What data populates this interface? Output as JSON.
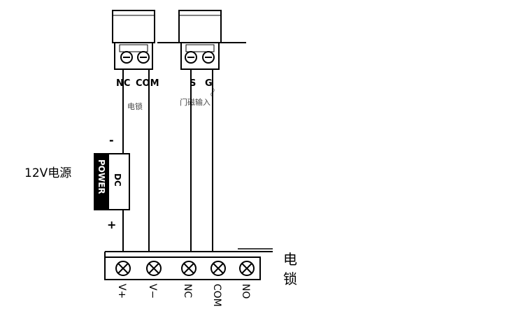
{
  "controller": {
    "left_labels": {
      "nc": "NC",
      "com": "COM"
    },
    "left_caption": "电锁",
    "right_labels": {
      "s": "S",
      "g": "G"
    },
    "right_caption": "门磁输入"
  },
  "power": {
    "label": "12V电源",
    "dc": "DC",
    "power": "POWER",
    "minus": "-",
    "plus": "+"
  },
  "lock": {
    "title_line1": "电",
    "title_line2": "锁",
    "terminals": [
      "V+",
      "V−",
      "NC",
      "COM",
      "NO"
    ]
  },
  "colors": {
    "line": "#000000",
    "gray_text": "#444444",
    "block_fill": "#ffffff"
  }
}
